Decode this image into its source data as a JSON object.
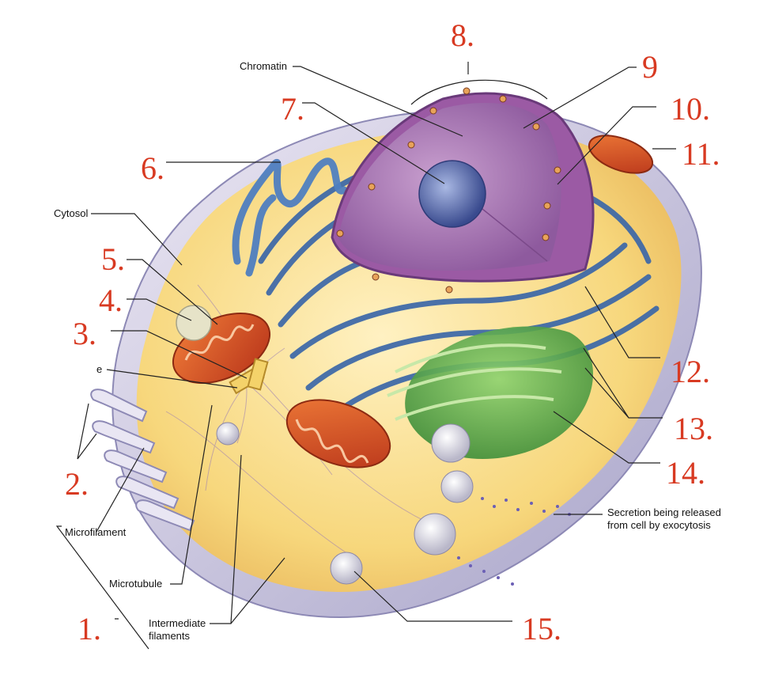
{
  "colors": {
    "number_red": "#d83a22",
    "leader_line": "#222222",
    "membrane": "#c9c3dc",
    "cytoplasm": "#f7d77c",
    "nucleus": "#8e4f9b",
    "er": "#3b67a8",
    "golgi": "#6aa84f",
    "mitochondria": "#d2481f"
  },
  "numbers": [
    "1.",
    "2.",
    "3.",
    "4.",
    "5.",
    "6.",
    "7.",
    "8.",
    "9",
    "10.",
    "11.",
    "12.",
    "13.",
    "14.",
    "15."
  ],
  "labels": {
    "chromatin": "Chromatin",
    "cytosol": "Cytosol",
    "microfilament": "Microfilament",
    "microtubule": "Microtubule",
    "intermediate_filaments": "Intermediate\nfilaments",
    "secretion": "Secretion being released\nfrom cell by exocytosis",
    "cut_off_e": "e"
  }
}
